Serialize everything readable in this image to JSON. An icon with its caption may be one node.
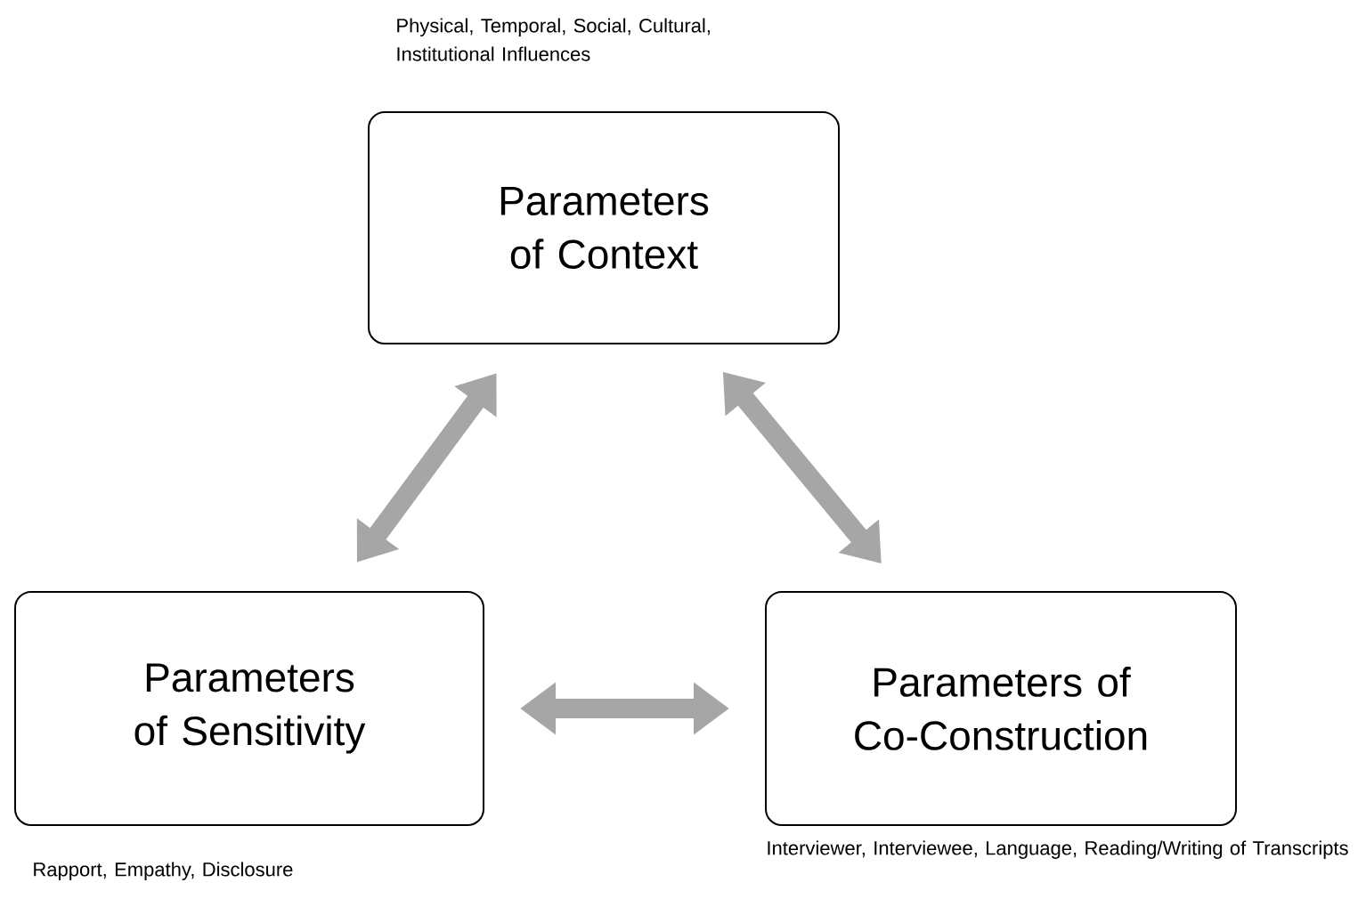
{
  "diagram": {
    "nodes": [
      {
        "text": [
          "Parameters of Context"
        ],
        "beside": [
          "Physical, Temporal, Social, Cultural, Institutional Influences"
        ]
      },
      {
        "text": [
          "Parameters of Sensitivity"
        ],
        "beside": [
          "Rapport, Empathy, Disclosure"
        ]
      },
      {
        "text": [
          "Parameters of Co-Construction"
        ],
        "beside": [
          "Interviewer, Interviewee, Language, Reading/Writing of Transcripts"
        ]
      }
    ],
    "edges": [
      {
        "from": 0,
        "to": 1,
        "arrow": "both"
      },
      {
        "from": 0,
        "to": 2,
        "arrow": "both"
      },
      {
        "from": 1,
        "to": 2,
        "arrow": "both"
      }
    ]
  }
}
